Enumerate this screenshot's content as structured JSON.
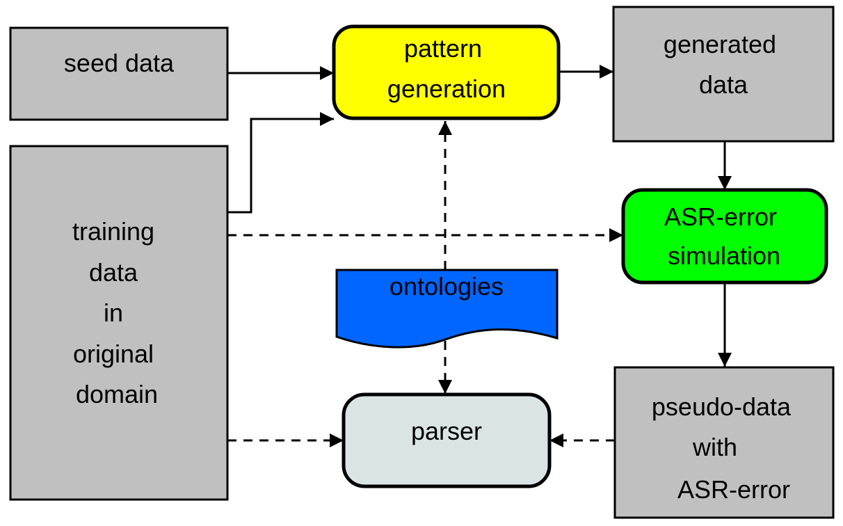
{
  "nodes": {
    "seed_data": {
      "lines": [
        "seed data"
      ]
    },
    "pattern_generation": {
      "lines": [
        "pattern",
        "generation"
      ]
    },
    "generated_data": {
      "lines": [
        "generated",
        "data"
      ]
    },
    "training_data": {
      "lines": [
        "training",
        "data",
        "in",
        "original",
        "domain"
      ]
    },
    "asr_error_simulation": {
      "lines": [
        "ASR-error",
        "simulation"
      ]
    },
    "ontologies": {
      "lines": [
        "ontologies"
      ]
    },
    "parser": {
      "lines": [
        "parser"
      ]
    },
    "pseudo_data": {
      "lines": [
        "pseudo-data",
        "with",
        "ASR-error"
      ]
    }
  },
  "colors": {
    "data_box_fill": "#c0c0c0",
    "pattern_generation_fill": "#ffff00",
    "asr_error_simulation_fill": "#00ff00",
    "ontologies_fill": "#0066ff",
    "parser_fill": "#dbe4e4",
    "stroke": "#000000"
  }
}
